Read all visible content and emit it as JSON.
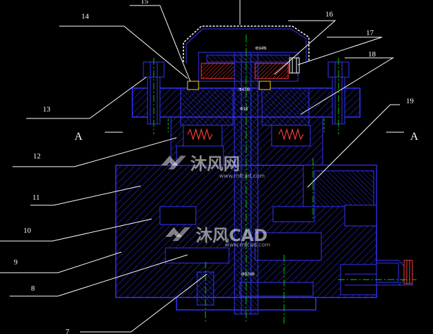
{
  "part_labels": [
    "15",
    "14",
    "16",
    "17",
    "18",
    "13",
    "12",
    "19",
    "11",
    "10",
    "9",
    "8",
    "7"
  ],
  "section_labels": [
    "A",
    "A"
  ],
  "dimension_texts": [
    "Φ34f6",
    "Φ47f8",
    "Φ18",
    "Φ32H8"
  ],
  "watermark": {
    "brand": "沐风网",
    "brand_url": "www.mfcad.com",
    "brand_cad": "沐风CAD"
  },
  "colors": {
    "background": "#000000",
    "outline": "#3333ff",
    "hatch": "#2f2fd0",
    "leader": "#ffffff",
    "centerline": "#00cc00",
    "spring": "#ff3b3b",
    "highlight": "#ffd200"
  }
}
